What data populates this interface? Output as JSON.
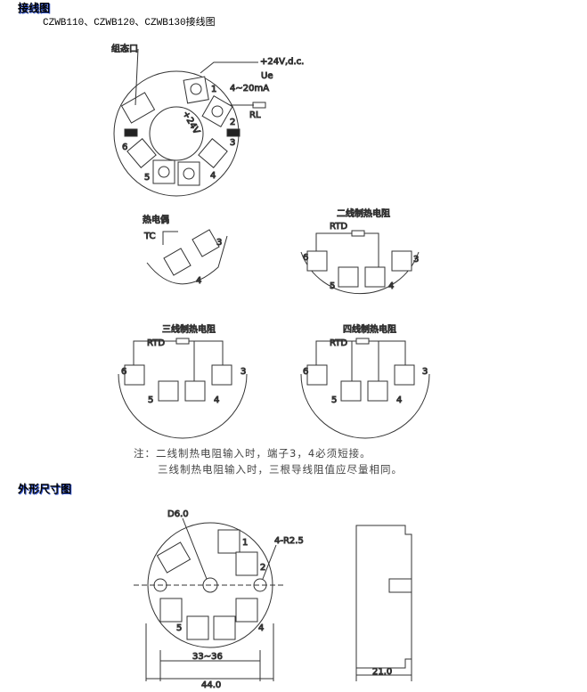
{
  "wiring_heading": "接线图",
  "wiring_subtitle": "CZWB110、CZWB120、CZWB130接线图",
  "main_diagram": {
    "config_port": "组态口",
    "supply": "+24V,d.c.",
    "ue": "Ue",
    "current": "4~20mA",
    "rl": "RL",
    "plus24": "+24V",
    "terminals": [
      "1",
      "2",
      "3",
      "4",
      "5",
      "6"
    ]
  },
  "thermocouple": {
    "title": "热电偶",
    "tc": "TC",
    "t3": "3",
    "t4": "4"
  },
  "rtd2": {
    "title": "二线制热电阻",
    "rtd": "RTD",
    "terminals": [
      "6",
      "5",
      "3",
      "4"
    ]
  },
  "rtd3": {
    "title": "三线制热电阻",
    "rtd": "RTD",
    "terminals": [
      "6",
      "5",
      "3",
      "4"
    ]
  },
  "rtd4": {
    "title": "四线制热电阻",
    "rtd": "RTD",
    "terminals": [
      "6",
      "5",
      "3",
      "4"
    ]
  },
  "notes": [
    "注：二线制热电阻输入时，端子3，4必须短接。",
    "三线制热电阻输入时，三根导线阻值应尽量相同。"
  ],
  "dims_heading": "外形尺寸图",
  "dims": {
    "d6": "D6.0",
    "r25": "4-R2.5",
    "w3336": "33~36",
    "w44": "44.0",
    "w21": "21.0",
    "terminals": [
      "1",
      "2",
      "5",
      "4"
    ]
  }
}
